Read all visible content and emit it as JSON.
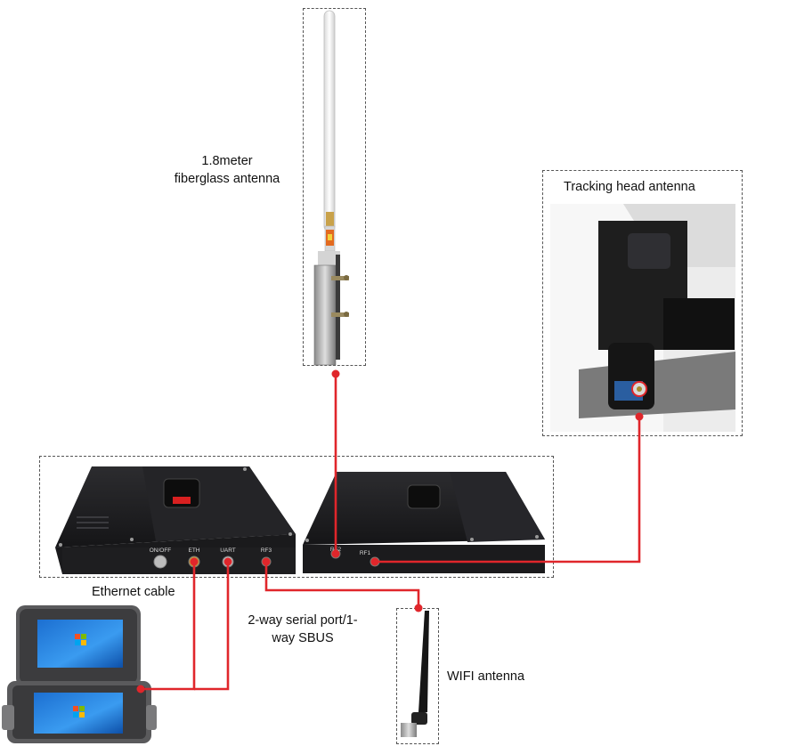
{
  "labels": {
    "fiberglass_antenna": [
      "1.8meter",
      "fiberglass antenna"
    ],
    "tracking_head_antenna": "Tracking head antenna",
    "ethernet_cable": "Ethernet cable",
    "serial_port": [
      "2-way serial port/1-",
      "way SBUS"
    ],
    "wifi_antenna": "WIFI antenna"
  },
  "port_labels": {
    "on_off": "ON/OFF",
    "eth": "ETH",
    "uart": "UART",
    "rf3": "RF3",
    "rf2": "RF2",
    "rf1": "RF1"
  },
  "colors": {
    "cable": "#e0262b",
    "device_body": "#1b1b1d",
    "dashed_border": "#555555"
  }
}
